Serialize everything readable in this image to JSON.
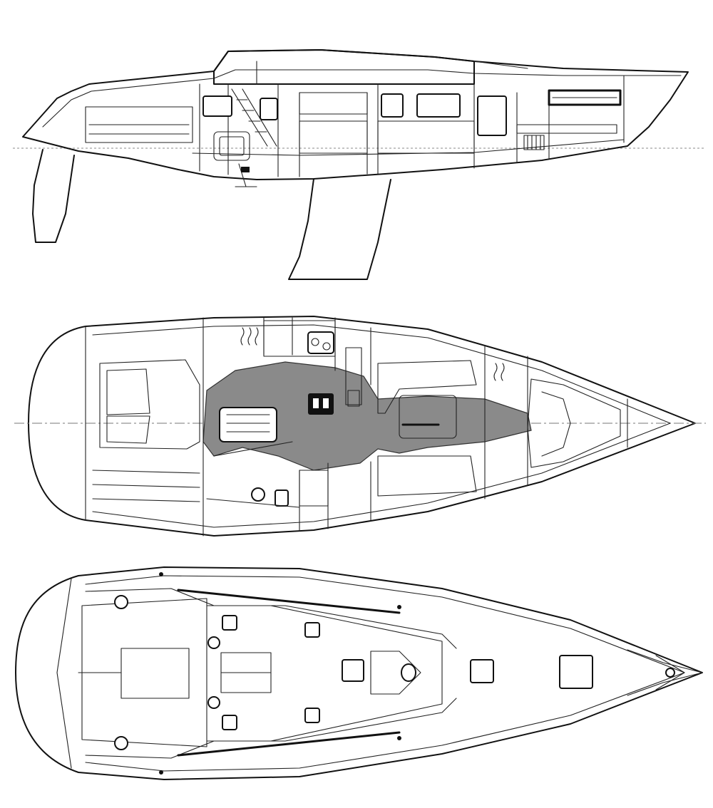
{
  "views": [
    {
      "id": "profile"
    },
    {
      "id": "accommodation"
    },
    {
      "id": "deck"
    }
  ]
}
